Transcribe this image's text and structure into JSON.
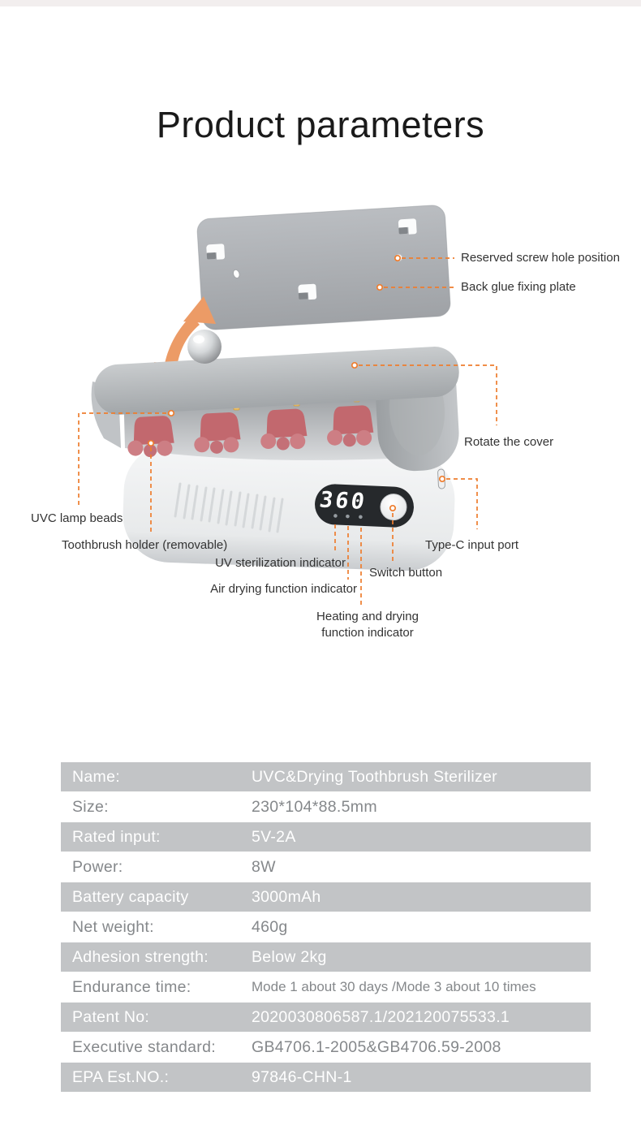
{
  "page": {
    "title": "Product parameters"
  },
  "diagram": {
    "display": {
      "value": "360"
    },
    "colors": {
      "annotation_orange": "#EE7D2E",
      "rotate_arrow": "#EC9B66",
      "holder_pink": "#C2686E",
      "lamp_bead_yellow": "#ECC169"
    },
    "annotations": [
      {
        "id": "reserved-screw-hole",
        "label": "Reserved screw hole position"
      },
      {
        "id": "back-glue-plate",
        "label": "Back glue fixing plate"
      },
      {
        "id": "rotate-cover",
        "label": "Rotate the cover"
      },
      {
        "id": "uvc-lamp-beads",
        "label": "UVC lamp beads"
      },
      {
        "id": "toothbrush-holder",
        "label": "Toothbrush holder (removable)"
      },
      {
        "id": "uv-indicator",
        "label": "UV sterilization indicator"
      },
      {
        "id": "air-indicator",
        "label": "Air drying function indicator"
      },
      {
        "id": "heat-indicator",
        "label": "Heating and drying function indicator"
      },
      {
        "id": "switch-button",
        "label": "Switch button"
      },
      {
        "id": "typec-port",
        "label": "Type-C input port"
      }
    ]
  },
  "spec_table": {
    "rows": [
      {
        "label": "Name:",
        "value": "UVC&Drying Toothbrush Sterilizer"
      },
      {
        "label": "Size:",
        "value": "230*104*88.5mm"
      },
      {
        "label": "Rated input:",
        "value": "5V-2A"
      },
      {
        "label": "Power:",
        "value": "8W"
      },
      {
        "label": "Battery capacity",
        "value": "3000mAh"
      },
      {
        "label": "Net weight:",
        "value": "460g"
      },
      {
        "label": "Adhesion strength:",
        "value": "Below 2kg"
      },
      {
        "label": "Endurance time:",
        "value": "Mode 1 about 30 days /Mode 3 about 10 times"
      },
      {
        "label": "Patent No:",
        "value": "2020030806587.1/202120075533.1"
      },
      {
        "label": "Executive standard:",
        "value": "GB4706.1-2005&GB4706.59-2008"
      },
      {
        "label": "EPA Est.NO.:",
        "value": "97846-CHN-1"
      }
    ]
  }
}
